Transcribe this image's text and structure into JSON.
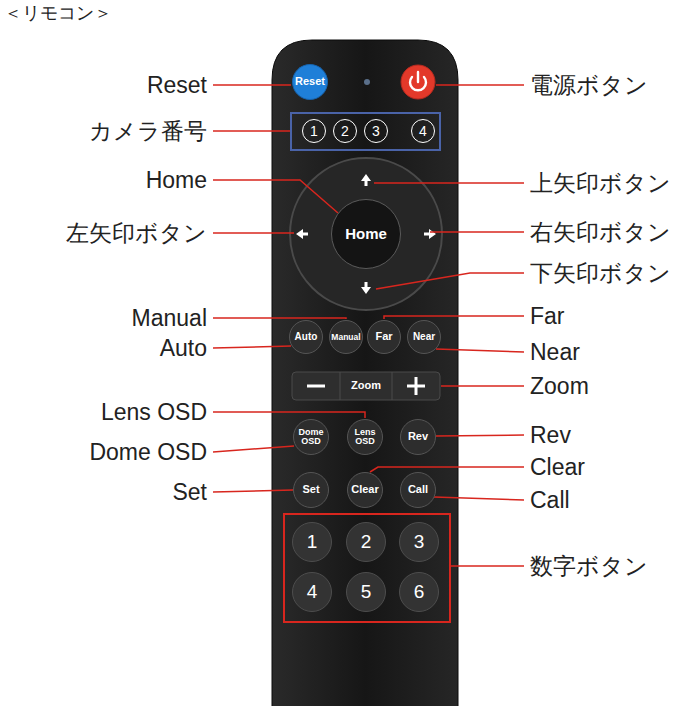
{
  "diagram": {
    "title": "＜リモコン＞",
    "nodes": [
      {
        "text": [
          "Reset"
        ]
      },
      {
        "text": [
          "1"
        ]
      },
      {
        "text": [
          "2"
        ]
      },
      {
        "text": [
          "3"
        ]
      },
      {
        "text": [
          "4"
        ]
      },
      {
        "text": [
          "Home"
        ]
      },
      {
        "text": [
          "Auto"
        ]
      },
      {
        "text": [
          "Manual"
        ]
      },
      {
        "text": [
          "Far"
        ]
      },
      {
        "text": [
          "Near"
        ]
      },
      {
        "text": [
          "Zoom"
        ]
      },
      {
        "text": [
          "Dome OSD"
        ]
      },
      {
        "text": [
          "Lens OSD"
        ]
      },
      {
        "text": [
          "Rev"
        ]
      },
      {
        "text": [
          "Set"
        ]
      },
      {
        "text": [
          "Clear"
        ]
      },
      {
        "text": [
          "Call"
        ]
      },
      {
        "text": [
          "1"
        ]
      },
      {
        "text": [
          "2"
        ]
      },
      {
        "text": [
          "3"
        ]
      },
      {
        "text": [
          "4"
        ]
      },
      {
        "text": [
          "5"
        ]
      },
      {
        "text": [
          "6"
        ]
      }
    ],
    "labels": [
      "Reset",
      "電源ボタン",
      "カメラ番号",
      "Home",
      "上矢印ボタン",
      "左矢印ボタン",
      "右矢印ボタン",
      "下矢印ボタン",
      "Manual",
      "Far",
      "Auto",
      "Near",
      "Zoom",
      "Lens OSD",
      "Rev",
      "Dome OSD",
      "Clear",
      "Set",
      "Call",
      "数字ボタン"
    ]
  }
}
